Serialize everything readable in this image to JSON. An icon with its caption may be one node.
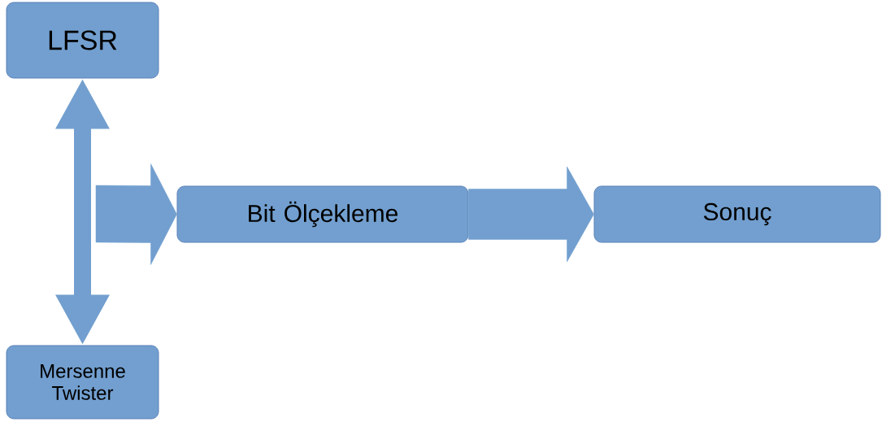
{
  "diagram": {
    "nodes": [
      {
        "text": [
          "LFSR"
        ]
      },
      {
        "text": [
          "Bit Ölçekleme"
        ]
      },
      {
        "text": [
          "Sonuç"
        ]
      },
      {
        "text": [
          "Mersenne Twister"
        ]
      }
    ],
    "edges": [
      {
        "from": 0,
        "to": 3,
        "arrow": "both"
      },
      {
        "from": null,
        "to": 1,
        "arrow": "to"
      },
      {
        "from": 1,
        "to": 2,
        "arrow": "to"
      }
    ]
  }
}
